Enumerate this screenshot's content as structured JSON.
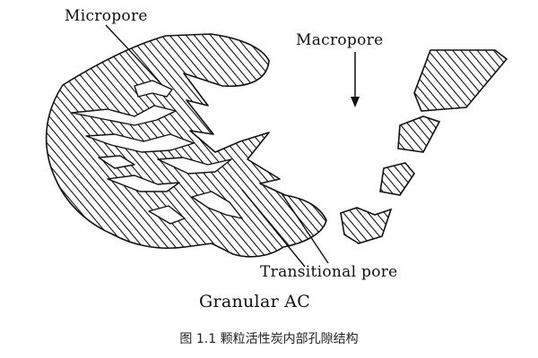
{
  "labels": {
    "micropore": "Micropore",
    "macropore": "Macropore",
    "transitional_pore": "Transitional pore",
    "granular_ac": "Granular AC"
  },
  "caption": "图 1.1  颗粒活性炭内部孔隙结构",
  "colors": {
    "ink": "#111111",
    "background": "#ffffff"
  }
}
